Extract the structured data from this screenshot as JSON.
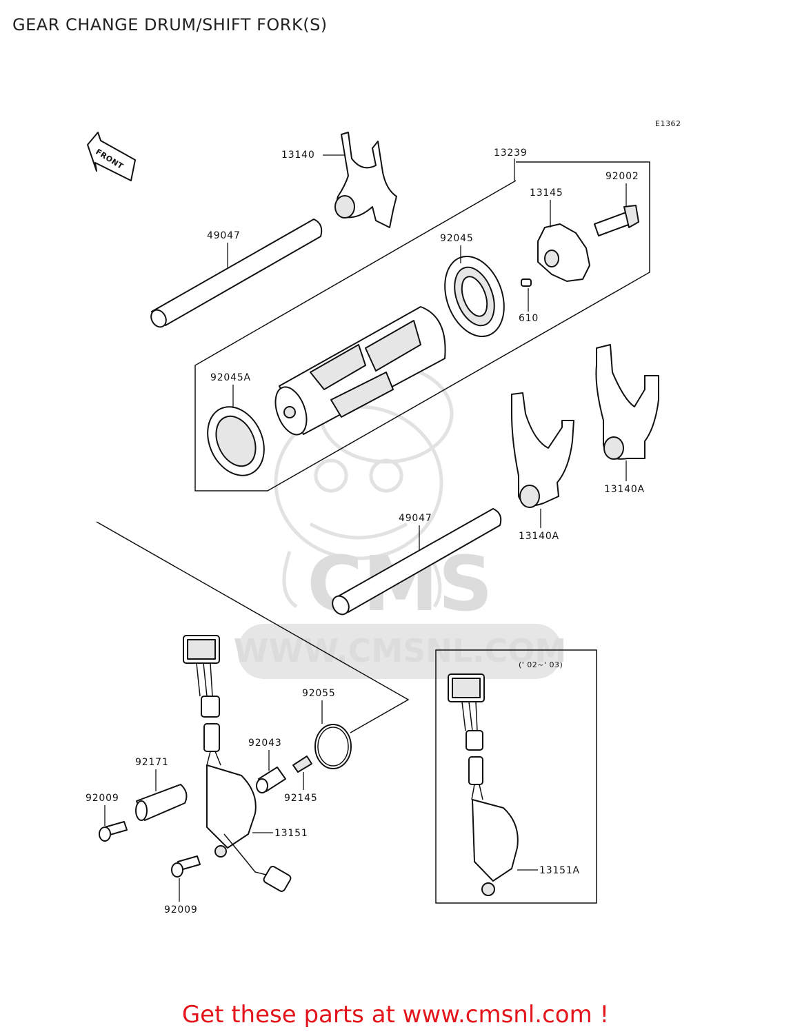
{
  "diagram": {
    "title": "GEAR CHANGE DRUM/SHIFT FORK(S)",
    "code": "E1362",
    "front_label": "FRONT",
    "variant_label": "(' 02~' 03)",
    "watermark": {
      "brand": "CMS",
      "url": "WWW.CMSNL.COM"
    },
    "footer": "Get these parts at www.cmsnl.com !",
    "parts": [
      {
        "id": "13140",
        "label": "13140"
      },
      {
        "id": "13239",
        "label": "13239"
      },
      {
        "id": "92002",
        "label": "92002"
      },
      {
        "id": "13145",
        "label": "13145"
      },
      {
        "id": "49047-upper",
        "label": "49047"
      },
      {
        "id": "92045",
        "label": "92045"
      },
      {
        "id": "610",
        "label": "610"
      },
      {
        "id": "92045A",
        "label": "92045A"
      },
      {
        "id": "13140A-right",
        "label": "13140A"
      },
      {
        "id": "13140A-left",
        "label": "13140A"
      },
      {
        "id": "49047-lower",
        "label": "49047"
      },
      {
        "id": "92055",
        "label": "92055"
      },
      {
        "id": "92043",
        "label": "92043"
      },
      {
        "id": "92171",
        "label": "92171"
      },
      {
        "id": "92009-upper",
        "label": "92009"
      },
      {
        "id": "92145",
        "label": "92145"
      },
      {
        "id": "13151",
        "label": "13151"
      },
      {
        "id": "92009-lower",
        "label": "92009"
      },
      {
        "id": "13151A",
        "label": "13151A"
      }
    ],
    "colors": {
      "footer": "#e3141b",
      "lines": "#111111",
      "watermark": "#dcdcdc"
    }
  }
}
